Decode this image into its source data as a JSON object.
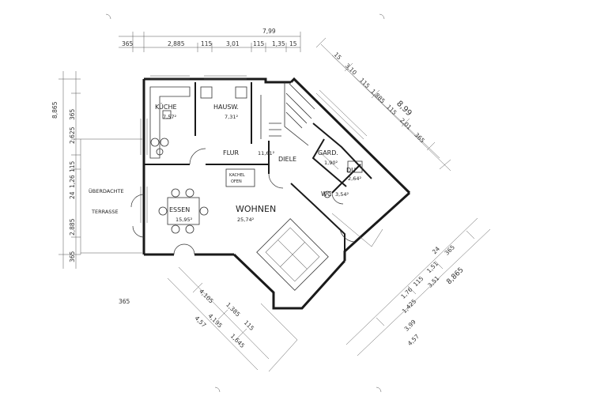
{
  "rooms": {
    "kueche": {
      "name": "KÜCHE",
      "area": "7,57²"
    },
    "hausw": {
      "name": "HAUSW.",
      "area": "7,31²"
    },
    "flur": {
      "name": "FLUR",
      "area": ""
    },
    "diele": {
      "name": "DIELE",
      "area": "11,61²"
    },
    "gard": {
      "name": "GARD.",
      "area": "1,90²"
    },
    "du": {
      "name": "DU",
      "area": "2,64²"
    },
    "wc": {
      "name": "WC",
      "area": "3,54²"
    },
    "essen": {
      "name": "ESSEN",
      "area": "15,95²"
    },
    "wohnen": {
      "name": "WOHNEN",
      "area": "25,74²"
    },
    "terrasse": {
      "line1": "ÜBERDACHTE",
      "line2": "TERRASSE"
    },
    "kachelofen": {
      "line1": "KACHEL",
      "line2": "OFEN"
    }
  },
  "dimensions": {
    "top_total": "7,99",
    "top_parts": [
      "365",
      "2,885",
      "115",
      "3,01",
      "115",
      "1,35",
      "15"
    ],
    "left_total": "8,865",
    "left_parts": [
      "365",
      "2,625",
      "115",
      "1,26",
      "24",
      "2,885",
      "365"
    ],
    "diag_upper": [
      "15",
      "3,10",
      "115",
      "1,885",
      "115",
      "2,01",
      "365",
      "8,99"
    ],
    "diag_lower": [
      "365",
      "1,76",
      "115",
      "1,51",
      "24",
      "3,51",
      "8,865",
      "1,425",
      "3,99",
      "4,57"
    ],
    "bottom_left": [
      "365",
      "4,105",
      "1,385",
      "115",
      "1,645",
      "4,195",
      "4,57"
    ]
  }
}
